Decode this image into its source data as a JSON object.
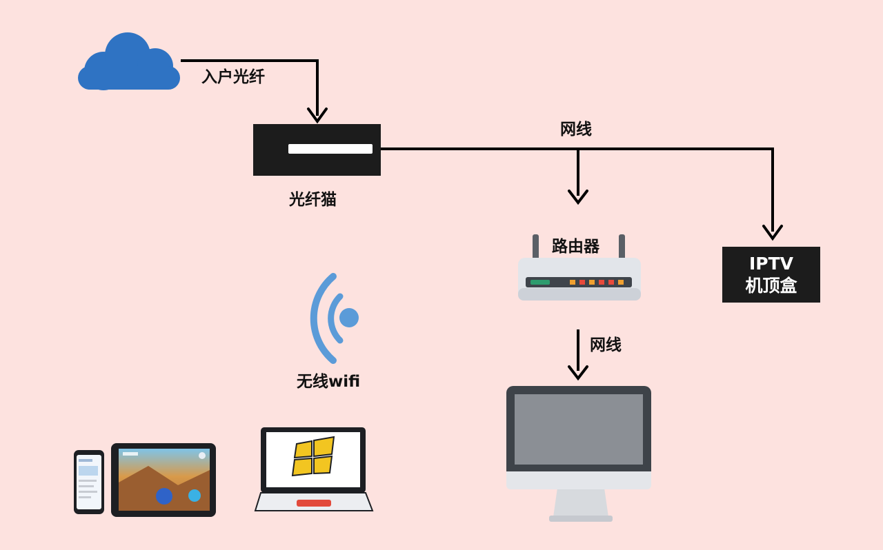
{
  "labels": {
    "fiber_in": "入户光纤",
    "network_cable_top": "网线",
    "modem": "光纤猫",
    "router": "路由器",
    "network_cable_bottom": "网线",
    "wifi": "无线wifi"
  },
  "iptv": {
    "line1": "IPTV",
    "line2": "机顶盒"
  },
  "icons": [
    "cloud-icon",
    "fiber-modem-icon",
    "router-icon",
    "wifi-icon",
    "monitor-icon",
    "phone-icon",
    "tablet-icon",
    "laptop-icon",
    "windows-logo-icon"
  ],
  "colors": {
    "background": "#fde2df",
    "cloud": "#2f73c3",
    "wifi": "#5b9bd8",
    "windows": "#f2c521",
    "router_green": "#2e9c6e",
    "router_lights": "#f0a030",
    "laptop_button": "#e24a3b"
  }
}
